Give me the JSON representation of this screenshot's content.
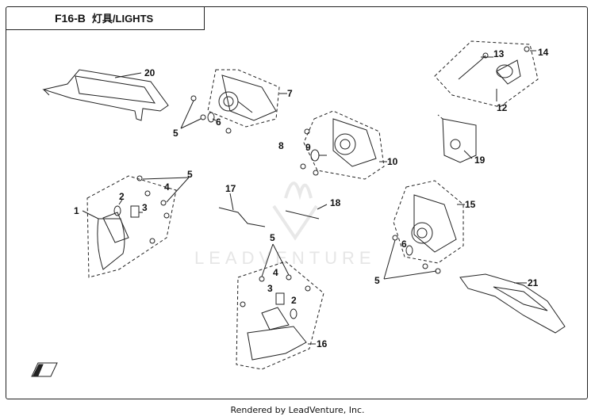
{
  "title": {
    "code": "F16-B",
    "name": "灯具/LIGHTS"
  },
  "watermark": {
    "brand": "LEADVENTURE"
  },
  "footer": {
    "text": "Rendered by LeadVenture, Inc."
  },
  "callouts": {
    "c1": "1",
    "c2a": "2",
    "c2b": "2",
    "c3a": "3",
    "c3b": "3",
    "c4a": "4",
    "c4b": "4",
    "c5a": "5",
    "c5b": "5",
    "c5c": "5",
    "c5d": "5",
    "c6a": "6",
    "c6b": "6",
    "c7": "7",
    "c8": "8",
    "c9": "9",
    "c10": "10",
    "c12": "12",
    "c13": "13",
    "c14": "14",
    "c15": "15",
    "c16": "16",
    "c17": "17",
    "c18": "18",
    "c19": "19",
    "c20": "20",
    "c21": "21"
  }
}
